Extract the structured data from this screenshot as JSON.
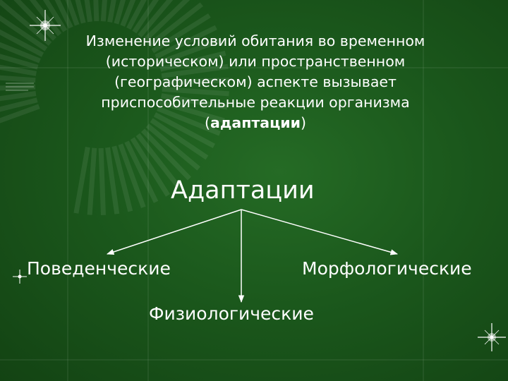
{
  "slide": {
    "intro_before": "Изменение условий обитания во временном (историческом) или пространственном (географическом) аспекте вызывает приспособительные реакции организма (",
    "intro_bold": "адаптации",
    "intro_after": ")",
    "colors": {
      "background": "#1b581c",
      "text": "#ffffff",
      "arrow": "#ffffff"
    }
  },
  "diagram": {
    "root": "Адаптации",
    "children": {
      "left": "Поведенческие",
      "right": "Морфологические",
      "bottom": "Физиологические"
    }
  }
}
